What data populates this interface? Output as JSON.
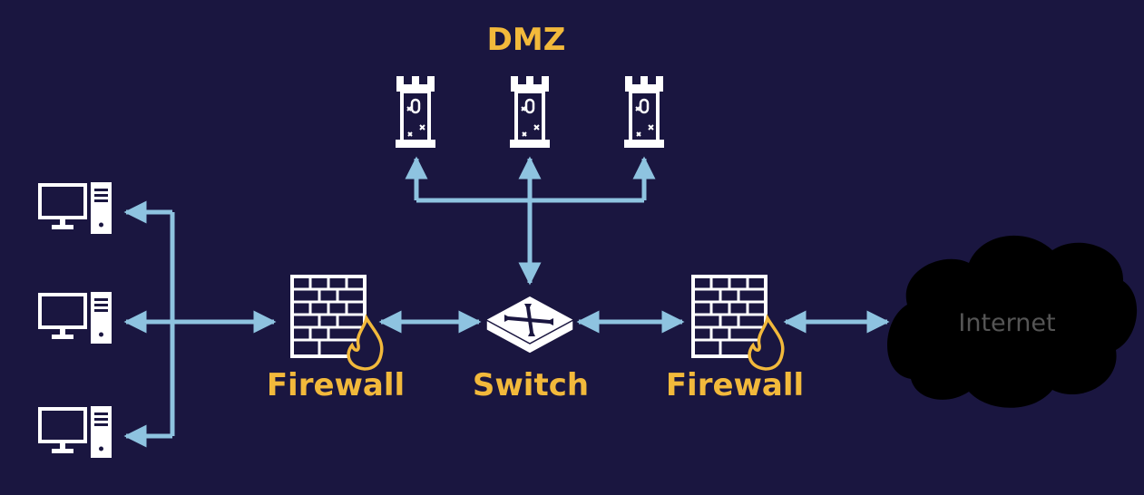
{
  "colors": {
    "background": "#1a1640",
    "label": "#f2b93b",
    "line": "#8ec3e0",
    "icon": "#ffffff",
    "flame": "#f2b93b",
    "cloud": "#000000",
    "cloud_text": "#555555"
  },
  "diagram": {
    "dmz_title": "DMZ",
    "nodes": [
      {
        "id": "pc-1",
        "icon": "workstation-icon"
      },
      {
        "id": "pc-2",
        "icon": "workstation-icon"
      },
      {
        "id": "pc-3",
        "icon": "workstation-icon"
      },
      {
        "id": "firewall-internal",
        "icon": "firewall-icon",
        "label": "Firewall"
      },
      {
        "id": "switch",
        "icon": "switch-icon",
        "label": "Switch"
      },
      {
        "id": "firewall-external",
        "icon": "firewall-icon",
        "label": "Firewall"
      },
      {
        "id": "internet",
        "icon": "cloud-icon",
        "label": "Internet"
      },
      {
        "id": "dmz-server-1",
        "icon": "tower-server-icon"
      },
      {
        "id": "dmz-server-2",
        "icon": "tower-server-icon"
      },
      {
        "id": "dmz-server-3",
        "icon": "tower-server-icon"
      }
    ],
    "edges": [
      {
        "from": "firewall-internal",
        "to": "pc-1"
      },
      {
        "from": "firewall-internal",
        "to": "pc-2"
      },
      {
        "from": "firewall-internal",
        "to": "pc-3"
      },
      {
        "from": "firewall-internal",
        "to": "switch"
      },
      {
        "from": "switch",
        "to": "firewall-external"
      },
      {
        "from": "firewall-external",
        "to": "internet"
      },
      {
        "from": "switch",
        "to": "dmz-server-1"
      },
      {
        "from": "switch",
        "to": "dmz-server-2"
      },
      {
        "from": "switch",
        "to": "dmz-server-3"
      }
    ]
  }
}
